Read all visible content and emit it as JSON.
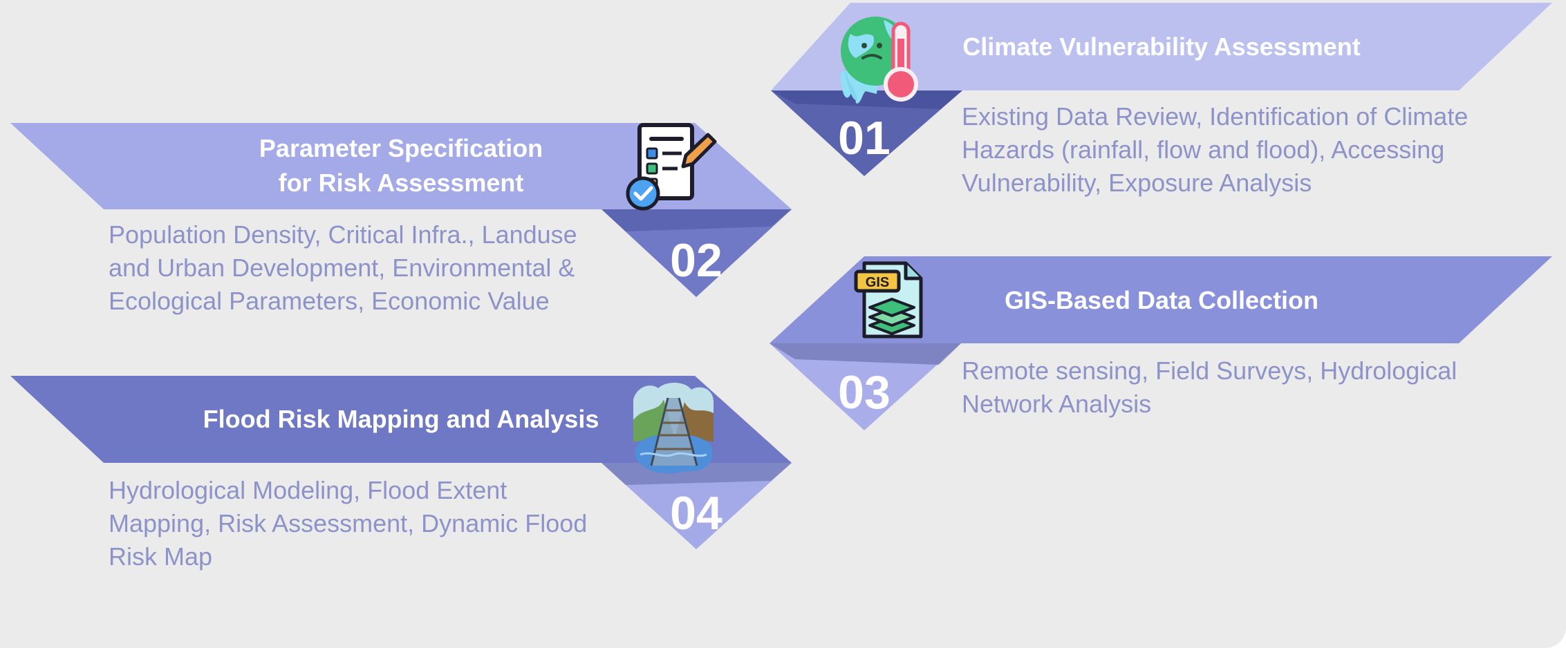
{
  "steps": [
    {
      "number": "01",
      "title": "Climate Vulnerability Assessment",
      "description": "Existing Data Review, Identification of Climate Hazards (rainfall, flow and flood), Accessing Vulnerability, Exposure Analysis",
      "icon": "earth-thermometer-icon",
      "color": "#bcc0ef"
    },
    {
      "number": "02",
      "title_lines": [
        "Parameter Specification",
        "for Risk Assessment"
      ],
      "description": "Population Density, Critical Infra., Landuse and Urban Development, Environmental & Ecological Parameters, Economic Value",
      "icon": "checklist-pencil-icon",
      "color": "#a4aae8"
    },
    {
      "number": "03",
      "title": "GIS-Based Data Collection",
      "description": "Remote sensing, Field Surveys, Hydrological Network Analysis",
      "icon": "gis-file-layers-icon",
      "icon_text": "GIS",
      "color": "#8a91db"
    },
    {
      "number": "04",
      "title": "Flood Risk Mapping and Analysis",
      "description": "Hydrological Modeling, Flood Extent Mapping, Risk Assessment, Dynamic Flood Risk Map",
      "icon": "flooded-railway-icon",
      "color": "#6e78c5"
    }
  ]
}
